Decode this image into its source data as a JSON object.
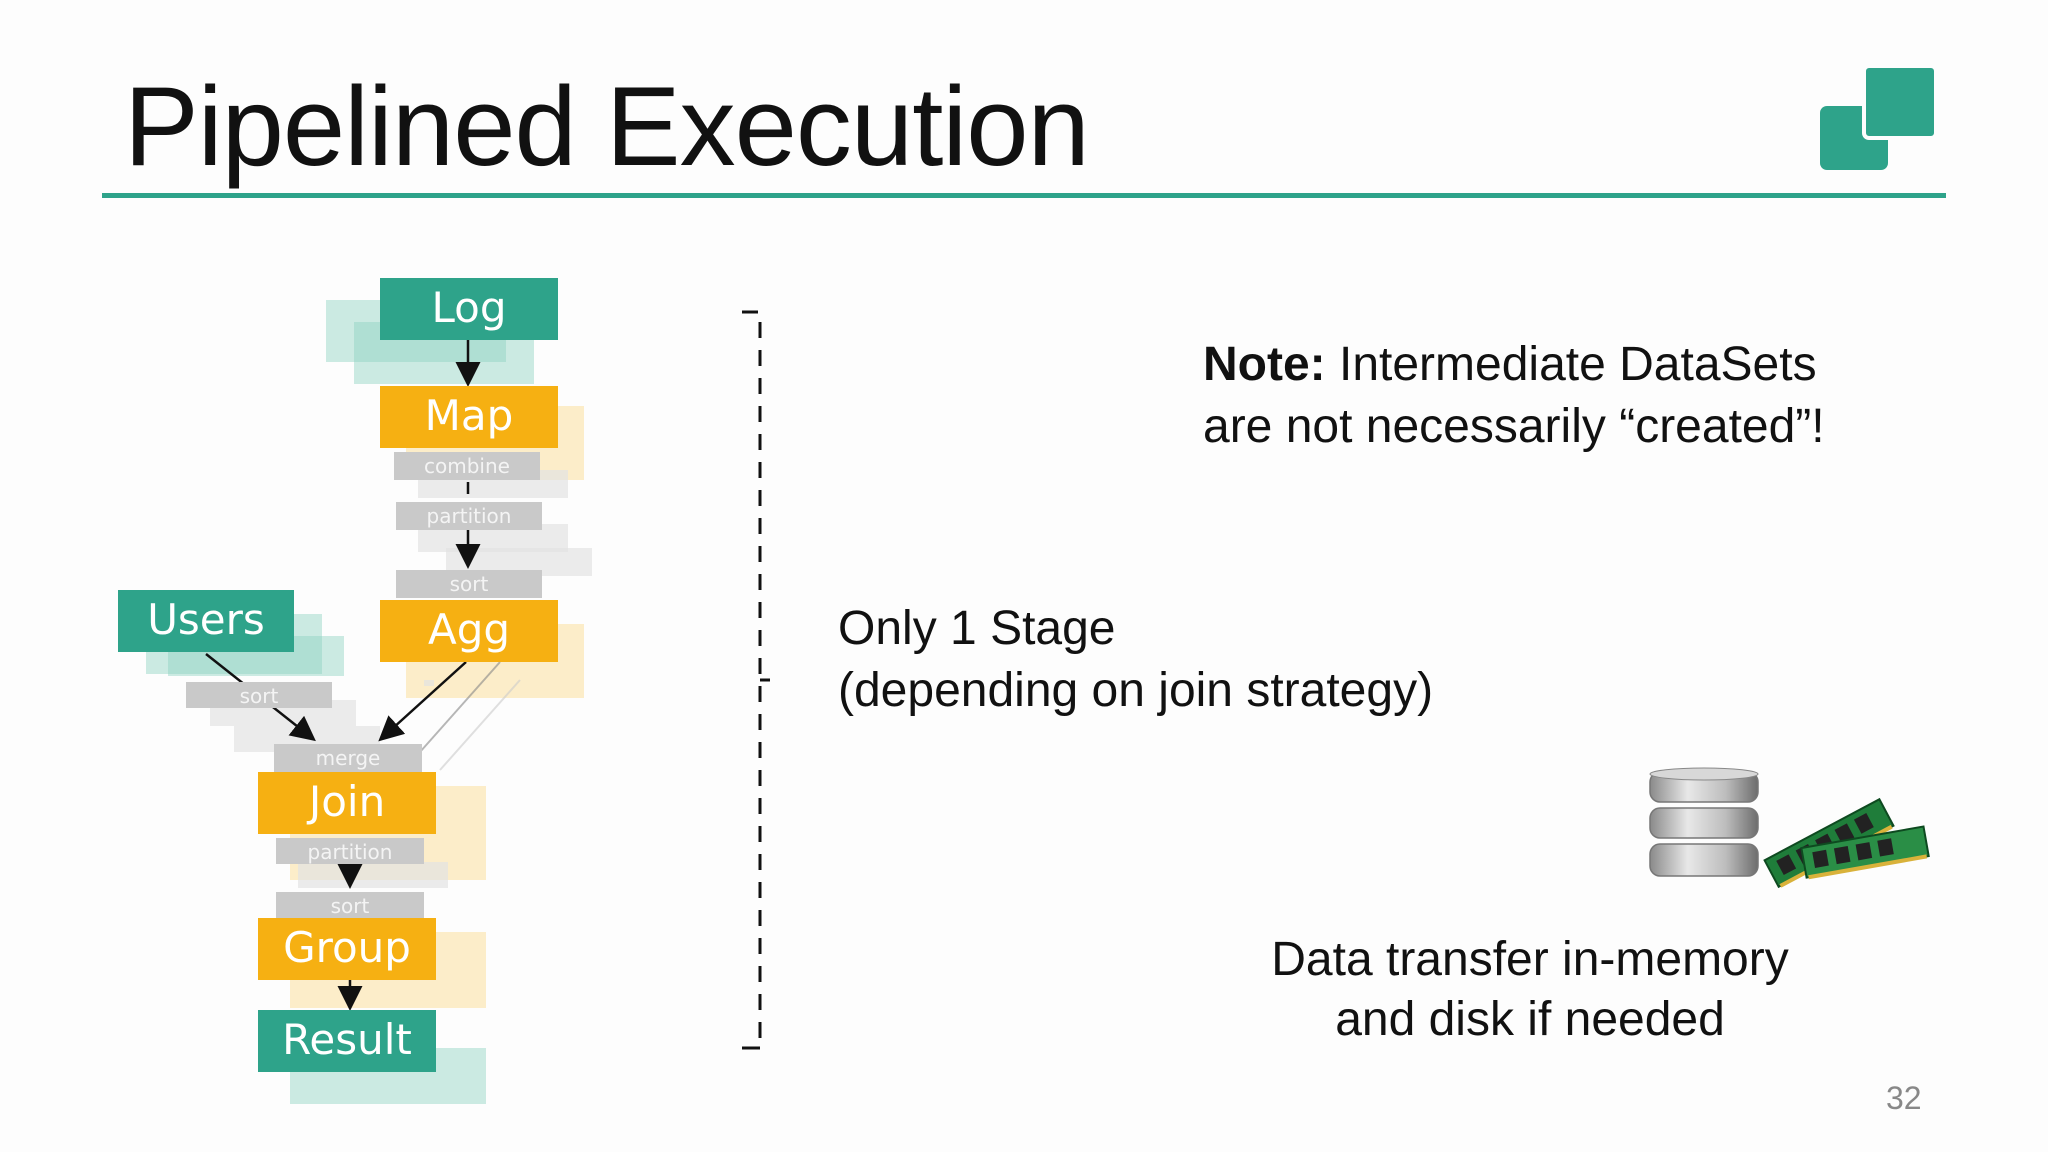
{
  "slide": {
    "title": "Pipelined Execution",
    "page_number": "32"
  },
  "diagram": {
    "nodes": {
      "log": "Log",
      "map": "Map",
      "agg": "Agg",
      "users": "Users",
      "join": "Join",
      "group": "Group",
      "result": "Result"
    },
    "steps": {
      "combine": "combine",
      "partition_1": "partition",
      "sort_1": "sort",
      "sort_users": "sort",
      "merge": "merge",
      "partition_2": "partition",
      "sort_2": "sort"
    },
    "colors": {
      "operator": "#f6b012",
      "source": "#2ea38a",
      "step": "#c9c9c9"
    }
  },
  "text": {
    "note_bold": "Note:",
    "note_line1": " Intermediate DataSets",
    "note_line2": "are not necessarily “created”!",
    "stage_line1": "Only 1 Stage",
    "stage_line2": "(depending on join strategy)",
    "transfer_line1": "Data transfer in-memory",
    "transfer_line2": "and disk if needed"
  },
  "accent_color": "#2ea38a",
  "icons": [
    "database-icon",
    "memory-ram-icon",
    "logo-icon"
  ]
}
